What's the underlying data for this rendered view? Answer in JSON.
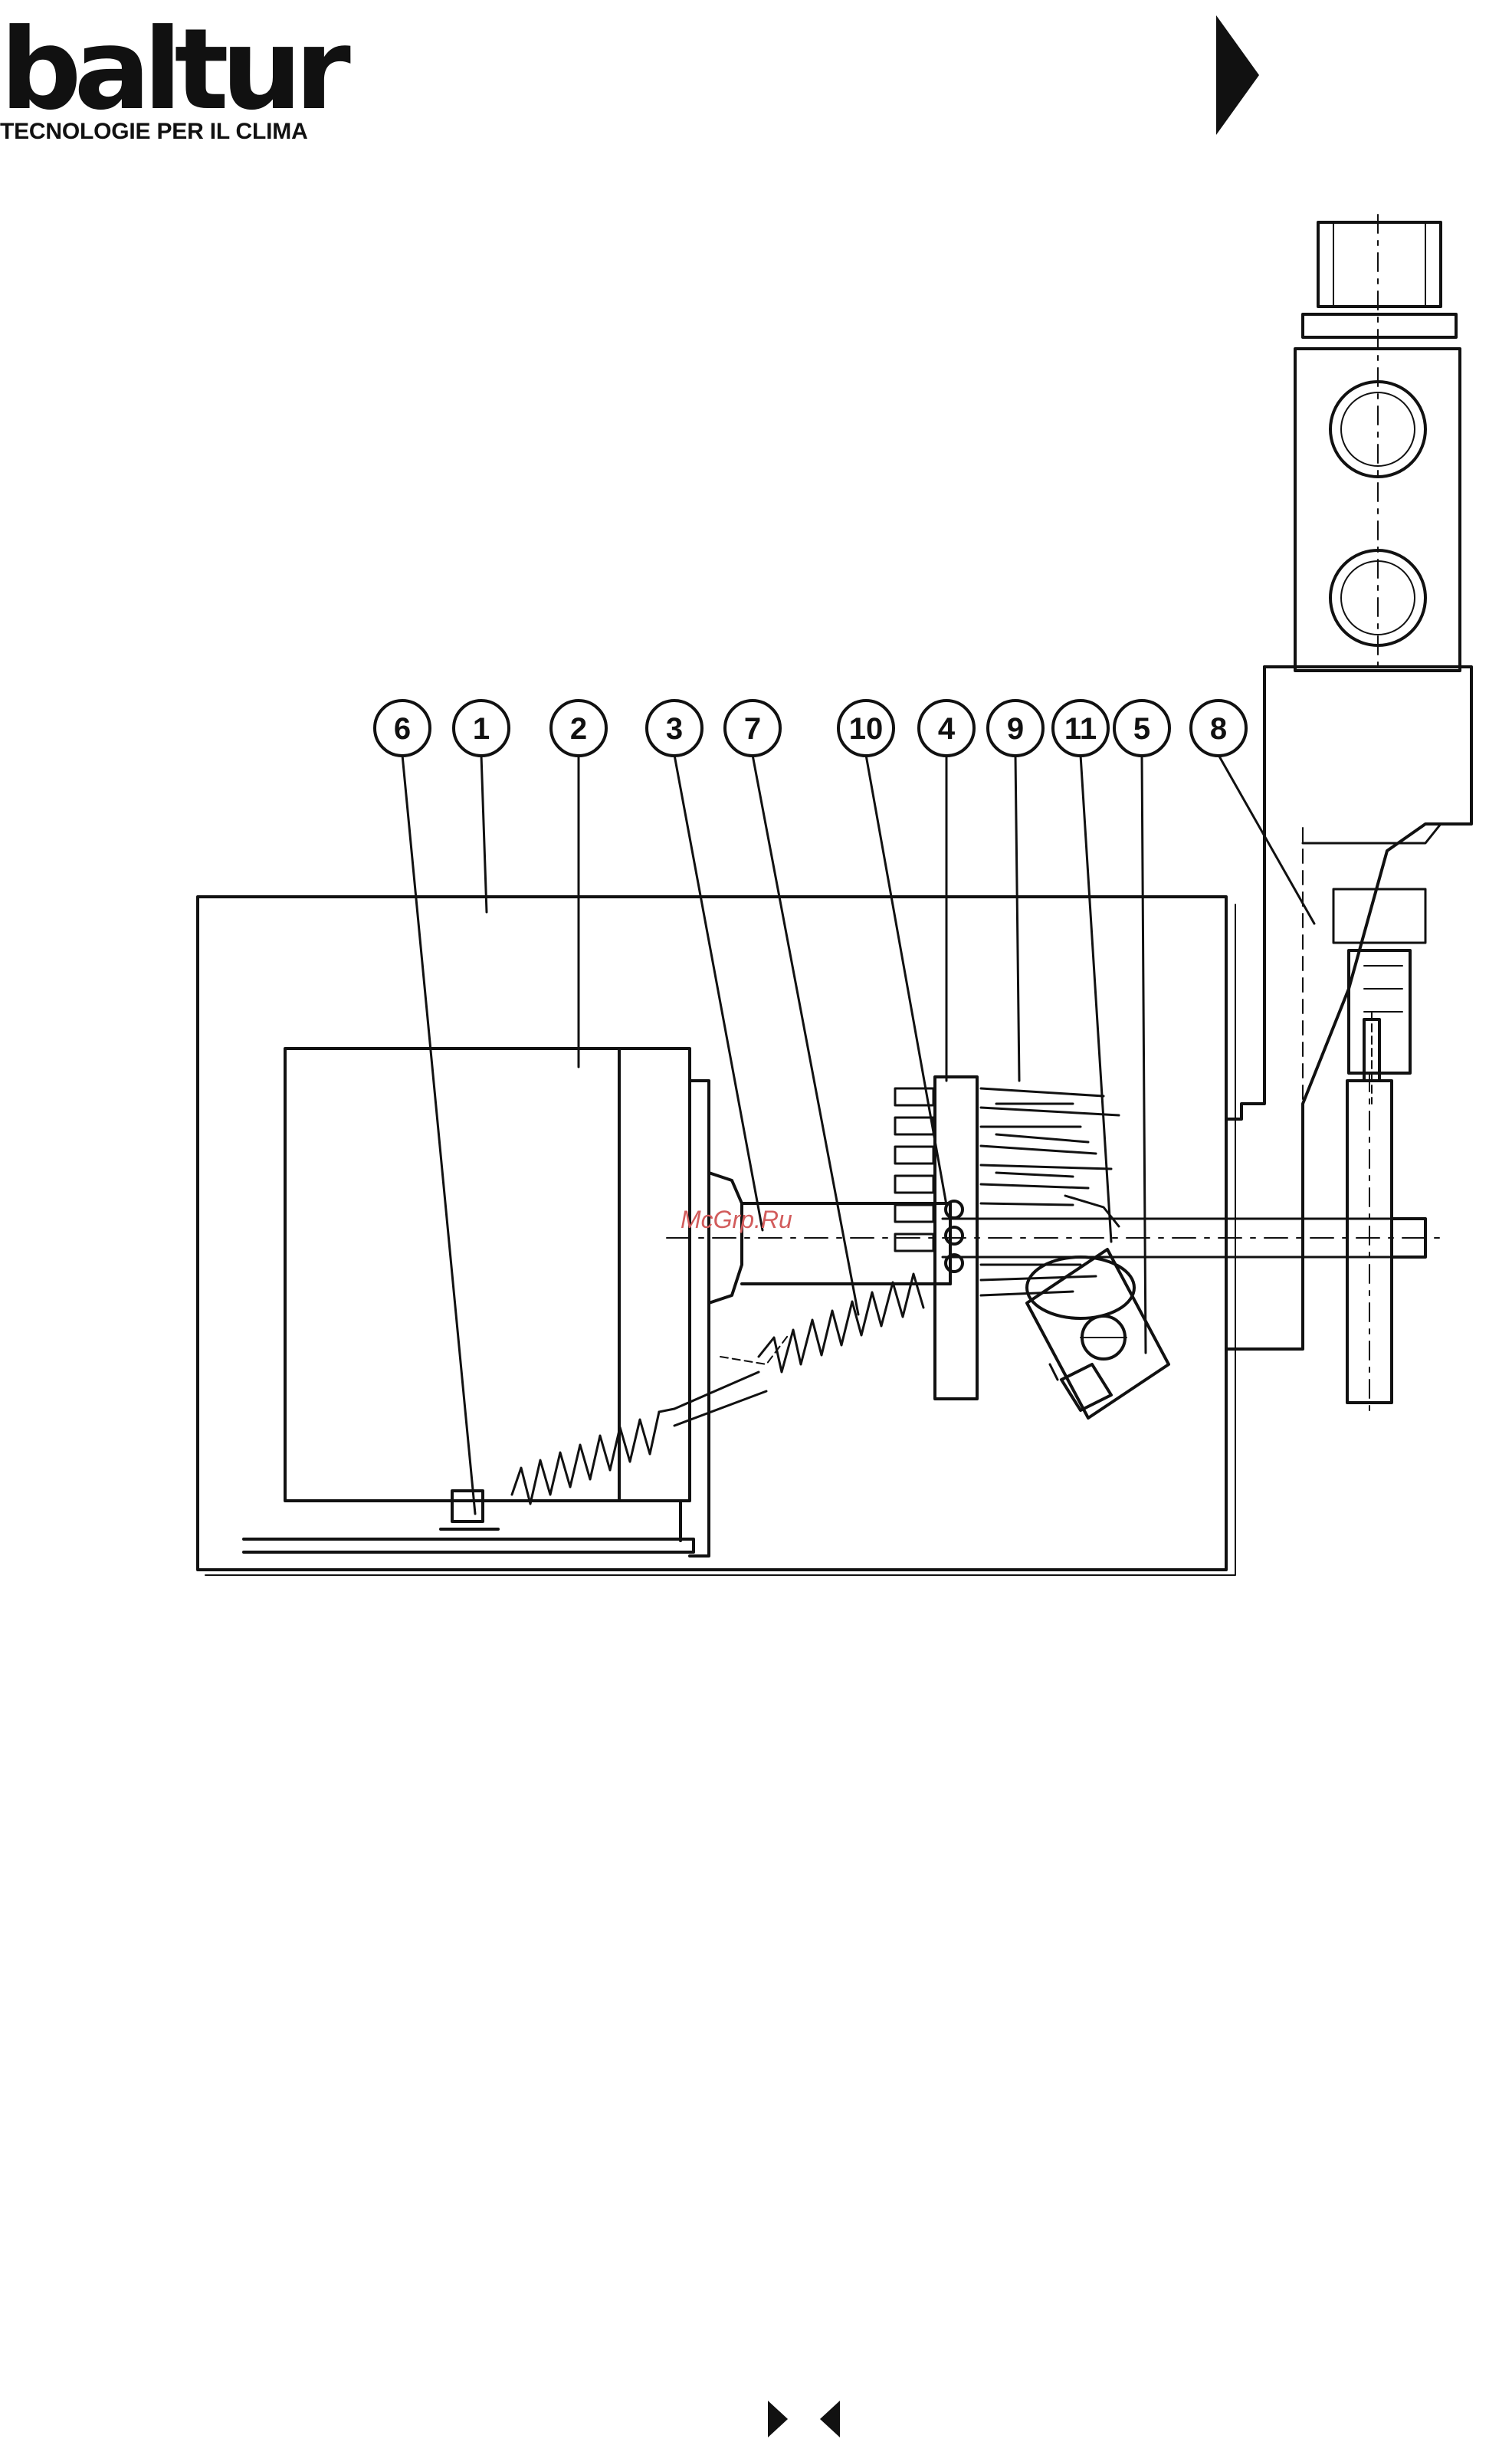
{
  "brand": {
    "logo_text": "baltur",
    "tagline": "TECNOLOGIE PER IL CLIMA"
  },
  "navigation": {
    "next_icon": "triangle-right-icon",
    "prev_icon": "triangle-left-icon"
  },
  "diagram": {
    "callouts": [
      "6",
      "1",
      "2",
      "3",
      "7",
      "10",
      "4",
      "9",
      "11",
      "5",
      "8"
    ]
  },
  "watermark": {
    "text": "McGrp.Ru"
  },
  "colors": {
    "ink": "#111111",
    "watermark": "#d25c5c",
    "paper": "#ffffff"
  }
}
